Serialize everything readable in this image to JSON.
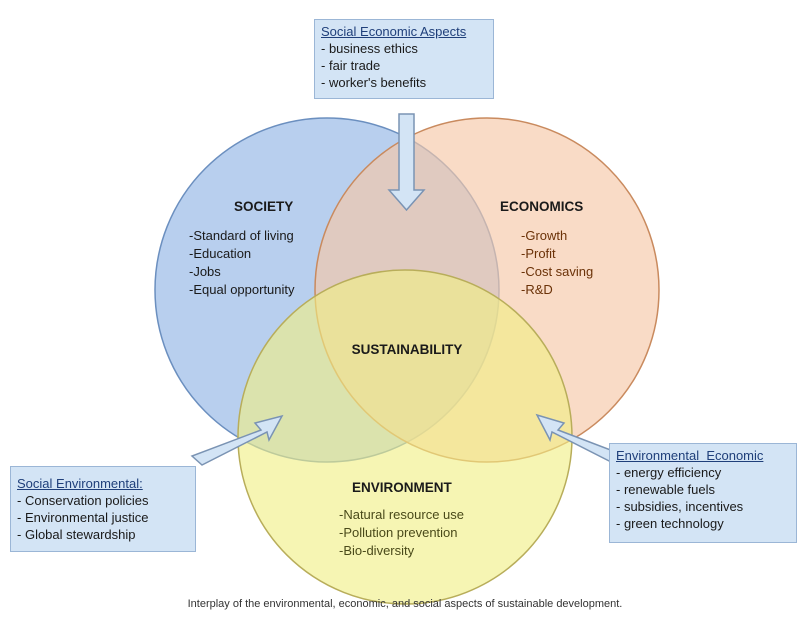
{
  "circles": {
    "society": {
      "title": "SOCIETY",
      "items": [
        "-Standard of living",
        "-Education",
        "-Jobs",
        "-Equal opportunity"
      ],
      "fill": "#9dbde8",
      "stroke": "#6b8fbf",
      "text_color": "#1a1a1a"
    },
    "economics": {
      "title": "ECONOMICS",
      "items": [
        "-Growth",
        "-Profit",
        "-Cost saving",
        "-R&D"
      ],
      "fill": "#f6c7a8",
      "stroke": "#c98a5e",
      "text_color": "#6b3208"
    },
    "environment": {
      "title": "ENVIRONMENT",
      "items": [
        "-Natural resource use",
        "-Pollution prevention",
        "-Bio-diversity"
      ],
      "fill": "#f1ef84",
      "stroke": "#b8ad5a",
      "text_color": "#4a4a1a"
    }
  },
  "center_label": "SUSTAINABILITY",
  "boxes": {
    "social_economic": {
      "title": "Social Economic Aspects",
      "items": [
        "business ethics",
        "fair trade",
        "worker's benefits"
      ]
    },
    "social_environmental": {
      "title": "Social Environmental:",
      "items": [
        "Conservation policies",
        "Environmental justice",
        "Global stewardship"
      ]
    },
    "environmental_economic": {
      "title": "Environmental  Economic",
      "items": [
        "energy efficiency",
        "renewable fuels",
        "subsidies, incentives",
        "green technology"
      ]
    }
  },
  "caption": "Interplay of the environmental, economic, and social aspects of sustainable development.",
  "colors": {
    "box_fill": "#d3e4f5",
    "arrow_fill": "#d3e4f5",
    "arrow_stroke": "#7a93b3"
  }
}
